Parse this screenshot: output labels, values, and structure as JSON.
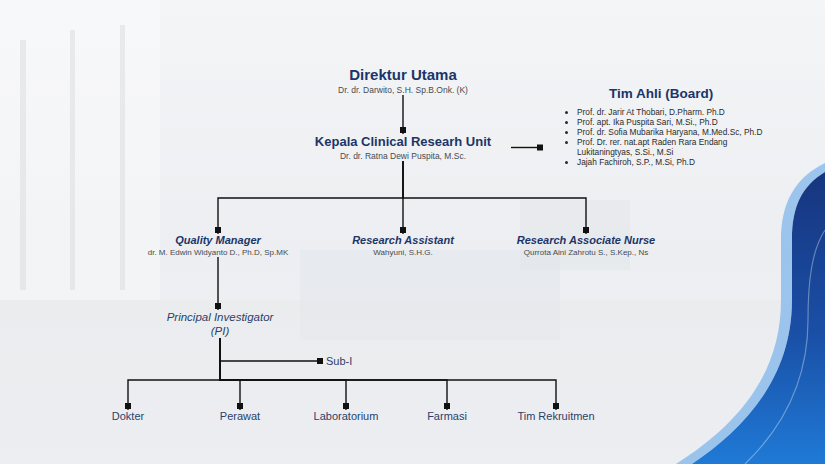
{
  "diagram": {
    "nodes": [
      {
        "text": [
          "Direktur Utama",
          "Dr. dr. Darwito, S.H. Sp.B.Onk. (K)"
        ]
      },
      {
        "text": [
          "Kepala Clinical Researh Unit",
          "Dr. dr. Ratna Dewi Puspita, M.Sc."
        ]
      },
      {
        "text": [
          "Tim Ahli (Board)",
          "Prof. dr. Jarir At Thobari, D.Pharm. Ph.D",
          "Prof. apt. Ika Puspita Sari, M.Si., Ph.D",
          "Prof. dr. Sofia Mubarika Haryana, M.Med.Sc, Ph.D",
          "Prof. Dr. rer. nat.apt Raden Rara Endang Lukitaningtyas, S.Si., M.Si",
          "Jajah Fachiroh, S.P., M.Si, Ph.D"
        ]
      },
      {
        "text": [
          "Quality Manager",
          "dr. M. Edwin Widyanto D., Ph.D, Sp.MK"
        ]
      },
      {
        "text": [
          "Research Assistant",
          "Wahyuni, S.H.G."
        ]
      },
      {
        "text": [
          "Research Associate Nurse",
          "Qurrota Aini Zahrotu S., S.Kep., Ns"
        ]
      },
      {
        "text": [
          "Principal Investigator (PI)"
        ]
      },
      {
        "text": [
          "Sub-I"
        ]
      },
      {
        "text": [
          "Dokter"
        ]
      },
      {
        "text": [
          "Perawat"
        ]
      },
      {
        "text": [
          "Laboratorium"
        ]
      },
      {
        "text": [
          "Farmasi"
        ]
      },
      {
        "text": [
          "Tim Rekruitmen"
        ]
      }
    ],
    "edges": [
      {
        "from": 0,
        "to": 1,
        "arrow": "none"
      },
      {
        "from": 1,
        "to": 2,
        "arrow": "none"
      },
      {
        "from": 1,
        "to": 3,
        "arrow": "none"
      },
      {
        "from": 1,
        "to": 4,
        "arrow": "none"
      },
      {
        "from": 1,
        "to": 5,
        "arrow": "none"
      },
      {
        "from": 3,
        "to": 6,
        "arrow": "none"
      },
      {
        "from": 6,
        "to": 7,
        "arrow": "none"
      },
      {
        "from": 6,
        "to": 8,
        "arrow": "none"
      },
      {
        "from": 6,
        "to": 9,
        "arrow": "none"
      },
      {
        "from": 6,
        "to": 10,
        "arrow": "none"
      },
      {
        "from": 6,
        "to": 11,
        "arrow": "none"
      },
      {
        "from": 6,
        "to": 12,
        "arrow": "none"
      }
    ]
  }
}
